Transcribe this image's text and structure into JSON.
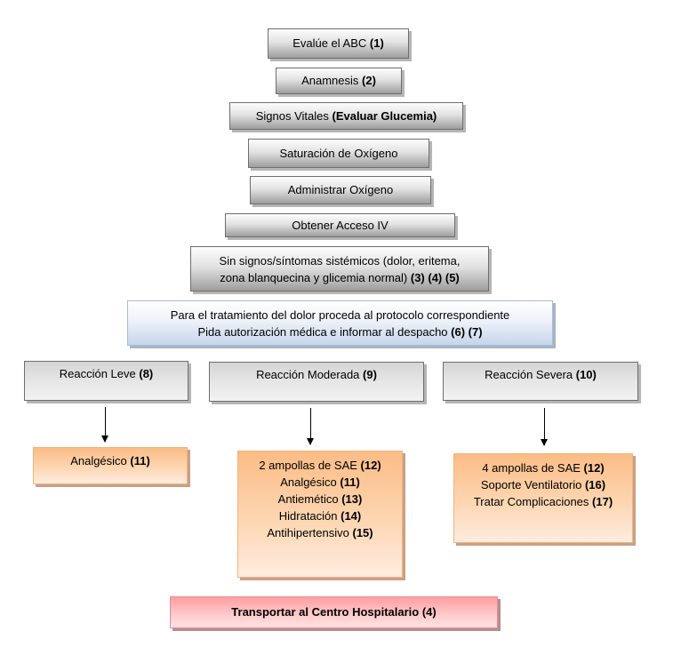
{
  "flow": {
    "step1": {
      "text": "Evalúe el ABC ",
      "ref": "(1)"
    },
    "step2": {
      "text": "Anamnesis ",
      "ref": "(2)"
    },
    "step3": {
      "text": "Signos Vitales ",
      "ref": "(Evaluar Glucemia)"
    },
    "step4": {
      "text": "Saturación de Oxígeno"
    },
    "step5": {
      "text": "Administrar Oxígeno"
    },
    "step6": {
      "text": "Obtener Acceso IV"
    },
    "step7": {
      "line1": "Sin signos/síntomas sistémicos (dolor, eritema,",
      "line2": "zona blanquecina y glicemia normal) ",
      "ref": "(3) (4) (5)"
    },
    "step8": {
      "line1": "Para el tratamiento del dolor proceda al protocolo correspondiente",
      "line2": "Pida autorización médica e informar al despacho ",
      "ref": "(6) (7)"
    }
  },
  "reactions": {
    "leve": {
      "label": "Reacción Leve ",
      "ref": "(8)",
      "treatment": [
        {
          "text": "Analgésico ",
          "ref": "(11)"
        }
      ]
    },
    "moderada": {
      "label": "Reacción Moderada ",
      "ref": "(9)",
      "treatment": [
        {
          "text": "2 ampollas de SAE ",
          "ref": "(12)"
        },
        {
          "text": "Analgésico ",
          "ref": "(11)"
        },
        {
          "text": "Antiemético ",
          "ref": "(13)"
        },
        {
          "text": "Hidratación ",
          "ref": "(14)"
        },
        {
          "text": "Antihipertensivo ",
          "ref": "(15)"
        }
      ]
    },
    "severa": {
      "label": "Reacción Severa ",
      "ref": "(10)",
      "treatment": [
        {
          "text": "4 ampollas de SAE ",
          "ref": "(12)"
        },
        {
          "text": "Soporte Ventilatorio ",
          "ref": "(16)"
        },
        {
          "text": "Tratar Complicaciones ",
          "ref": "(17)"
        }
      ]
    }
  },
  "final": {
    "text": "Transportar al Centro Hospitalario (4)"
  },
  "colors": {
    "gray": "#c8c8c8",
    "blue": "#dbe5f1",
    "orange": "#fbbc86",
    "pink": "#ff9ea1"
  }
}
